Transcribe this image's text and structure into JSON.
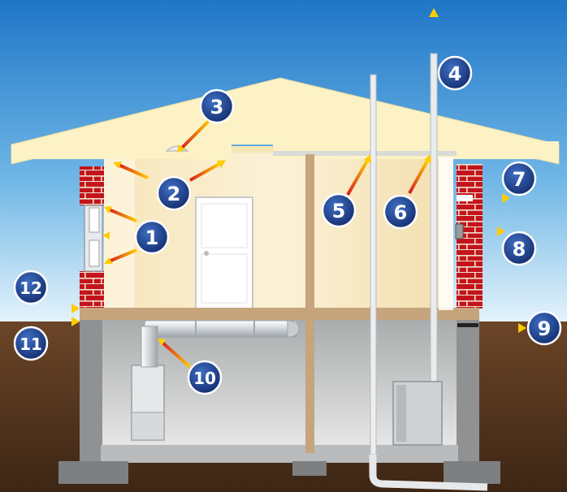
{
  "badges": {
    "b1": "1",
    "b2": "2",
    "b3": "3",
    "b4": "4",
    "b5": "5",
    "b6": "6",
    "b7": "7",
    "b8": "8",
    "b9": "9",
    "b10": "10",
    "b11": "11",
    "b12": "12"
  },
  "colors": {
    "sky_top": "#1f76c7",
    "sky_bottom": "#dff1fb",
    "soil": "#5a3a22",
    "roof": "#fcf2c6",
    "brick": "#c4141b",
    "badge": "#1c3f8f",
    "arrow_hot": "#d81e1e",
    "arrow_warm": "#ffcc00"
  }
}
